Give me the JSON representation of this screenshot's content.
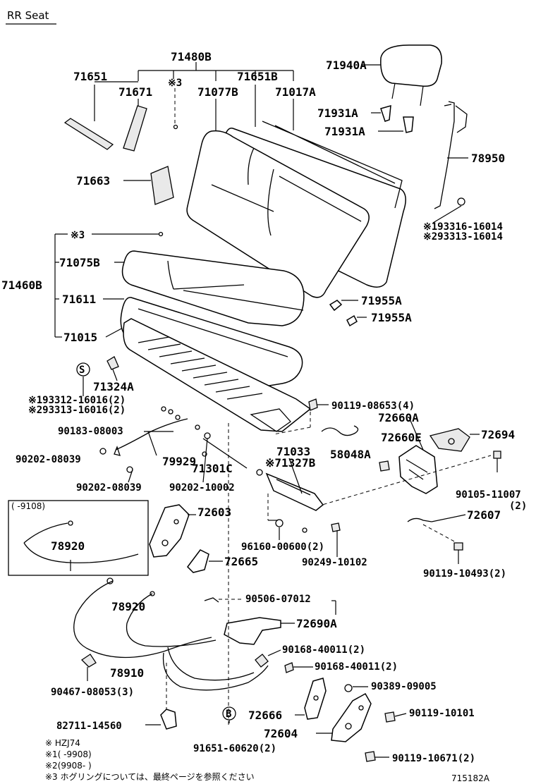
{
  "header": {
    "title": "RR Seat"
  },
  "labels": {
    "p71480B": "71480B",
    "p71651": "71651",
    "p71671": "71671",
    "p71651B": "71651B",
    "p71077B": "71077B",
    "p71017A": "71017A",
    "p71940A": "71940A",
    "p71931A_1": "71931A",
    "p71931A_2": "71931A",
    "p78950": "78950",
    "p71663": "71663",
    "p93316": "※193316-16014",
    "p93313a": "※293313-16014",
    "pX3a": "※3",
    "pX3b": "※3",
    "p71460B": "71460B",
    "p71075B": "71075B",
    "p71611": "71611",
    "p71015": "71015",
    "p71955A_1": "71955A",
    "p71955A_2": "71955A",
    "pS": "S",
    "p71324A": "71324A",
    "p93312": "※193312-16016(2)",
    "p93313b": "※293313-16016(2)",
    "p90119_08653": "90119-08653(4)",
    "p72660A": "72660A",
    "p90183": "90183-08003",
    "p72694": "72694",
    "p72660E": "72660E",
    "p90202_08039a": "90202-08039",
    "p79929": "79929",
    "p71033": "71033",
    "p58048A": "58048A",
    "p71301C": "71301C",
    "p71327B": "※71327B",
    "p90202_08039b": "90202-08039",
    "p90202_10002": "90202-10002",
    "p90105": "90105-11007",
    "p90105q": "(2)",
    "pBoxNote": "(    -9108)",
    "p72603": "72603",
    "p72607": "72607",
    "p78920a": "78920",
    "p96160": "96160-00600(2)",
    "p90249": "90249-10102",
    "p72665": "72665",
    "p90119_10493": "90119-10493(2)",
    "p90506": "90506-07012",
    "p78920b": "78920",
    "p72690A": "72690A",
    "p90168a": "90168-40011(2)",
    "p78910": "78910",
    "p90168b": "90168-40011(2)",
    "p90467": "90467-08053(3)",
    "p90389": "90389-09005",
    "p72666": "72666",
    "p90119_10101": "90119-10101",
    "p82711": "82711-14560",
    "pB": "B",
    "p72604": "72604",
    "p91651": "91651-60620(2)",
    "p90119_10671": "90119-10671(2)"
  },
  "notes": {
    "n1": "※  HZJ74",
    "n2": "※1(       -9908)",
    "n3": "※2(9908-      )",
    "n4": "※3 ホグリングについては、最終ページを参照ください"
  },
  "figure_code": "715182A"
}
